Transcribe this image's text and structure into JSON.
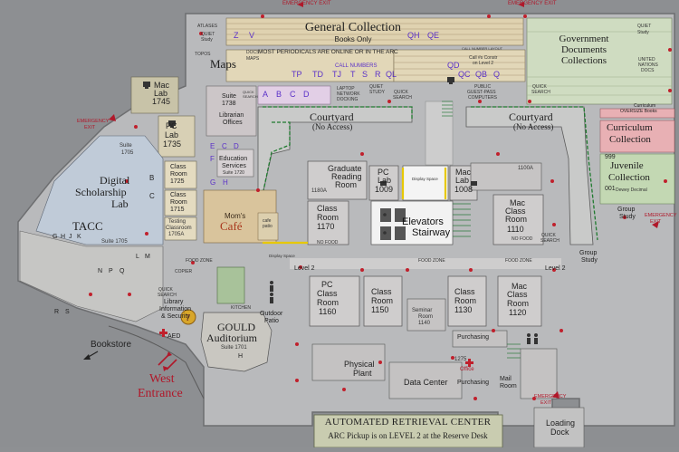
{
  "floor": {
    "general_collection": {
      "title": "General Collection",
      "subtitle": "Books Only"
    },
    "gov_docs": {
      "line1": "Government",
      "line2": "Documents",
      "line3": "Collections"
    },
    "quiet_study_1": {
      "line1": "QUIET",
      "line2": "Study"
    },
    "quiet_study_2": {
      "line1": "QUIET",
      "line2": "Study"
    },
    "atlases": "ATLASES",
    "topos": "TOPOS",
    "maps": "Maps",
    "docs_maps": {
      "line1": "DOCS",
      "line2": "MAPS"
    },
    "periodicals_note": "MOST PERIODICALS ARE ONLINE OR IN THE ARC",
    "call_numbers": "CALL NUMBERS",
    "call_number_layout": "CALL NUMBER LAYOUT",
    "call_to_constr": {
      "line1": "Call #s Constr",
      "line2": "on Level 2"
    },
    "un_docs": {
      "line1": "UNITED",
      "line2": "NATIONS",
      "line3": "DOCS"
    },
    "curriculum_oversize": {
      "line1": "Curriculum",
      "line2": "OVERSIZE Books"
    },
    "curriculum_collection": {
      "line1": "Curriculum",
      "line2": "Collection"
    },
    "juvenile_collection": {
      "line1": "Juvenile",
      "line2": "Collection"
    },
    "dewey": "Dewey Decimal",
    "num_999": "999",
    "num_001": "001",
    "group_study_1": {
      "line1": "Group",
      "line2": "Study"
    },
    "group_study_2": {
      "line1": "Group",
      "line2": "Study"
    },
    "courtyard_left": {
      "line1": "Courtyard",
      "line2": "(No Access)"
    },
    "courtyard_right": {
      "line1": "Courtyard",
      "line2": "(No Access)"
    },
    "emergency_top_1": "EMERGENCY EXIT",
    "emergency_top_2": "EMERGENCY EXIT",
    "emergency_left": {
      "line1": "EMERGENCY",
      "line2": "EXIT"
    },
    "emergency_right": {
      "line1": "EMERGENCY",
      "line2": "EXIT"
    },
    "emergency_bottom": {
      "line1": "EMERGENCY",
      "line2": "EXIT"
    },
    "mac_lab_1745": {
      "line1": "Mac",
      "line2": "Lab",
      "line3": "1745"
    },
    "pc_lab_1735": {
      "line1": "PC",
      "line2": "Lab",
      "line3": "1735"
    },
    "suite_1705": {
      "line1": "Suite",
      "line2": "1705"
    },
    "digital_scholarship": {
      "line1": "Digital",
      "line2": "Scholarship",
      "line3": "Lab"
    },
    "tacc": "TACC",
    "suite_1705_b": "Suite 1705",
    "class_1725": {
      "line1": "Class",
      "line2": "Room",
      "line3": "1725"
    },
    "class_1715": {
      "line1": "Class",
      "line2": "Room",
      "line3": "1715"
    },
    "testing_classroom": {
      "line1": "Testing",
      "line2": "Classroom",
      "line3": "1705A"
    },
    "suite_1738": {
      "line1": "Suite",
      "line2": "1738"
    },
    "librarian_offices": {
      "line1": "Librarian",
      "line2": "Offices"
    },
    "education_services": {
      "line1": "Education",
      "line2": "Services",
      "line3": "Suite 1720"
    },
    "moms_cafe": {
      "line1": "Mom's",
      "line2": "Café"
    },
    "cafe_patio": {
      "line1": "cafe",
      "line2": "patio"
    },
    "laptop_docking": {
      "line1": "LAPTOP",
      "line2": "NETWORK",
      "line3": "DOCKING"
    },
    "quiet_study_3": {
      "line1": "QUIET",
      "line2": "STUDY"
    },
    "quick_search_1": {
      "line1": "QUICK",
      "line2": "SEARCH"
    },
    "public_computers": {
      "line1": "PUBLIC",
      "line2": "GUEST-PASS",
      "line3": "COMPUTERS"
    },
    "quick_search_2": {
      "line1": "QUICK",
      "line2": "SEARCH"
    },
    "quick_search_3": {
      "line1": "QUICK",
      "line2": "SEARCH"
    },
    "quick_search_4": {
      "line1": "QUICK",
      "line2": "SEARCH"
    },
    "graduate_reading": {
      "line1": "Graduate",
      "line2": "Reading",
      "line3": "Room"
    },
    "room_1180a": "1180A",
    "pc_lab_1009": {
      "line1": "PC",
      "line2": "Lab",
      "line3": "1009"
    },
    "display_space_1": "Display Space",
    "display_space_2": "Display Space",
    "mac_lab_1008": {
      "line1": "Mac",
      "line2": "Lab",
      "line3": "1008"
    },
    "room_1100a": "1100A",
    "class_1170": {
      "line1": "Class",
      "line2": "Room",
      "line3": "1170"
    },
    "elevators": {
      "line1": "Elevators",
      "line2": "Stairway"
    },
    "mac_class_1110": {
      "line1": "Mac",
      "line2": "Class",
      "line3": "Room",
      "line4": "1110"
    },
    "no_food_1": "NO FOOD",
    "no_food_2": "NO FOOD",
    "food_zone_1": "FOOD ZONE",
    "food_zone_2": "FOOD ZONE",
    "food_zone_3": "FOOD ZONE",
    "level_2_left": "Level 2",
    "level_2_right": "Level 2",
    "pc_class_1160": {
      "line1": "PC",
      "line2": "Class",
      "line3": "Room",
      "line4": "1160"
    },
    "class_1150": {
      "line1": "Class",
      "line2": "Room",
      "line3": "1150"
    },
    "class_1130": {
      "line1": "Class",
      "line2": "Room",
      "line3": "1130"
    },
    "mac_class_1120": {
      "line1": "Mac",
      "line2": "Class",
      "line3": "Room",
      "line4": "1120"
    },
    "seminar_1140": {
      "line1": "Seminar",
      "line2": "Room",
      "line3": "1140"
    },
    "purchasing_1": "Purchasing",
    "purchasing_2": "Purchasing",
    "physical_plant": {
      "line1": "Physical",
      "line2": "Plant"
    },
    "data_center": "Data Center",
    "office": "Office",
    "mail_room": {
      "line1": "Mail",
      "line2": "Room"
    },
    "room_1275": "1275",
    "loading_dock": {
      "line1": "Loading",
      "line2": "Dock"
    },
    "arc_title": "AUTOMATED RETRIEVAL CENTER",
    "arc_pickup": "ARC Pickup is on  LEVEL 2  at the Reserve Desk",
    "gould": {
      "line1": "GOULD",
      "line2": "Auditorium",
      "line3": "Suite 1701"
    },
    "gould_h": "H",
    "library_info": {
      "line1": "Library",
      "line2": "Information",
      "line3": "& Security"
    },
    "outdoor_patio": {
      "line1": "Outdoor",
      "line2": "Patio"
    },
    "kitchen": "KITCHEN",
    "copier": "COPIER",
    "quick_search_5": {
      "line1": "QUICK",
      "line2": "SEARCH"
    },
    "aed": "AED",
    "bookstore": "Bookstore",
    "west_entrance": {
      "line1": "West",
      "line2": "Entrance"
    },
    "letters_gc": [
      "Z",
      "V",
      "QH",
      "QE"
    ],
    "letters_row2": [
      "TP",
      "TD",
      "TJ",
      "T",
      "S",
      "R",
      "QL"
    ],
    "letters_qd_row": [
      "QD",
      "QC",
      "QB",
      "Q"
    ],
    "letters_ab": [
      "A",
      "B",
      "C",
      "D"
    ],
    "letters_edu": [
      "C",
      "D",
      "E",
      "F",
      "G",
      "H"
    ],
    "letters_mac_lab": [
      "B",
      "C"
    ],
    "letters_ghjk": [
      "G",
      "H",
      "J",
      "K"
    ],
    "letters_npq": [
      "N",
      "P",
      "Q"
    ],
    "letters_rs": [
      "R",
      "S"
    ],
    "letters_lm": [
      "L",
      "M"
    ]
  }
}
